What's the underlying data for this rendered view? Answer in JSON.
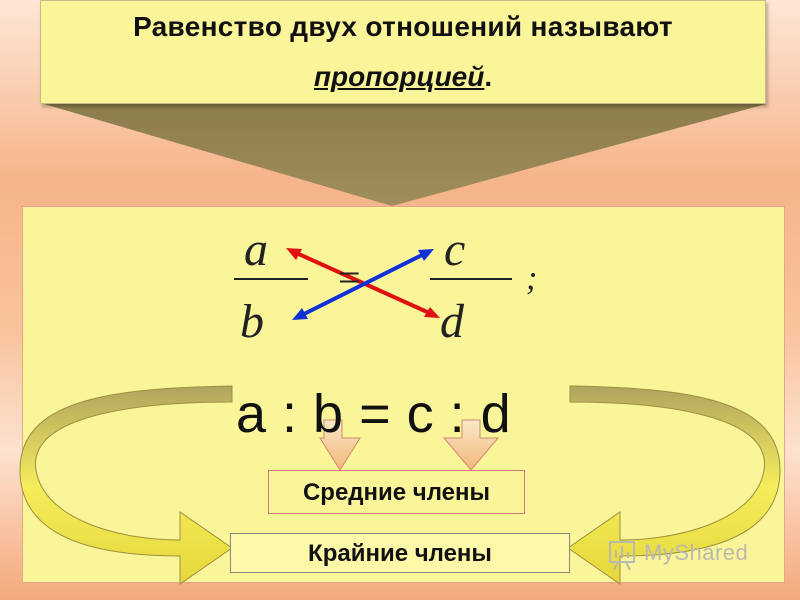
{
  "slide": {
    "title_line1": "Равенство двух отношений называют",
    "title_term": "пропорцией",
    "title_end": "."
  },
  "fraction": {
    "left_numerator": "a",
    "left_denominator": "b",
    "equals": "=",
    "right_numerator": "c",
    "right_denominator": "d",
    "semicolon": ";"
  },
  "proportion_formula": "a : b = c : d",
  "labels": {
    "middle_terms": "Средние члены",
    "extreme_terms": "Крайние члены"
  },
  "watermark": "MyShared",
  "colors": {
    "box_fill": "#fbf59a",
    "red_arrow": "#e01010",
    "blue_arrow": "#1030d8",
    "curved_arrow": "#f2e85a"
  }
}
